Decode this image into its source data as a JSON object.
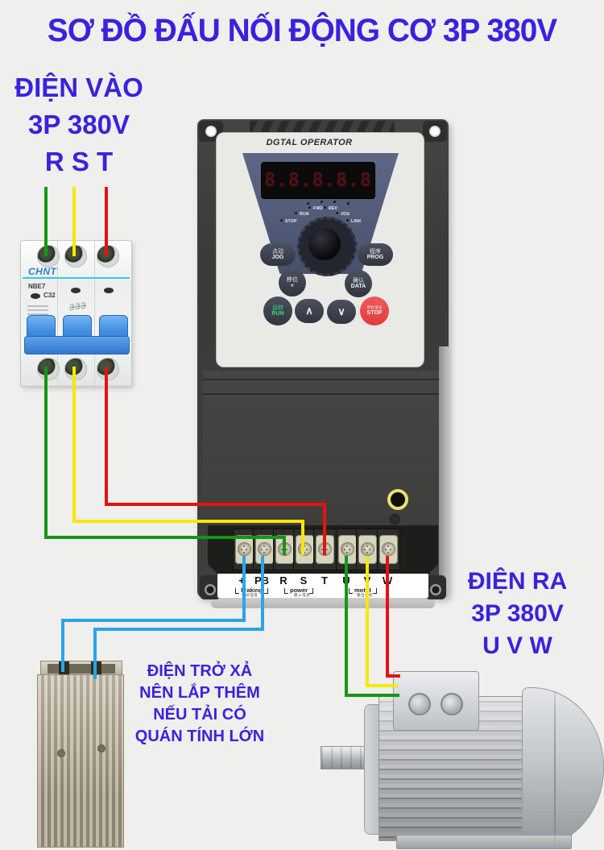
{
  "title": "SƠ ĐỒ ĐẤU NỐI ĐỘNG CƠ 3P 380V",
  "colors": {
    "accent_text": "#3a22dd",
    "wire_red": "#e61111",
    "wire_yellow": "#f7e800",
    "wire_green": "#169616",
    "wire_blue": "#2aa5e6",
    "run_green": "#3fd878",
    "stop_red": "#e03c3c"
  },
  "input_label": {
    "line1": "ĐIỆN VÀO",
    "line2": "3P 380V",
    "line3": "R S T"
  },
  "output_label": {
    "line1": "ĐIỆN RA",
    "line2": "3P 380V",
    "line3": "U V W"
  },
  "resistor_note": {
    "line1": "ĐIỆN TRỞ XẢ",
    "line2": "NÊN LẮP THÊM",
    "line3": "NẾU TẢI CÓ",
    "line4": "QUÁN TÍNH LỚN"
  },
  "breaker": {
    "brand": "CHNT",
    "model": "NBE7",
    "rating": "C32",
    "pole_marks": "333"
  },
  "vfd": {
    "panel_title": "DGTAL OPERATOR",
    "display_value": "8.8.8.8.8",
    "leds": [
      "STOP",
      "RUN",
      "FWD",
      "REV",
      "JOG",
      "LINK"
    ],
    "buttons": {
      "jog": {
        "cn": "点动",
        "en": "JOG"
      },
      "prog": {
        "cn": "程序",
        "en": "PROG"
      },
      "shift": {
        "cn": "移位",
        "en": "«"
      },
      "data": {
        "cn": "确认",
        "en": "DATA"
      },
      "run": {
        "cn": "运转",
        "en": "RUN"
      },
      "up": {
        "glyph": "∧"
      },
      "down": {
        "glyph": "∨"
      },
      "stop": {
        "cn": "停机/复位",
        "en": "STOP"
      }
    },
    "terminals": [
      "+",
      "PB",
      "R",
      "S",
      "T",
      "U",
      "V",
      "W"
    ],
    "terminal_groups": [
      {
        "en": "braking",
        "cn": "制动电阻"
      },
      {
        "en": "power",
        "cn": "输入电源"
      },
      {
        "en": "motot",
        "cn": "输出电机"
      }
    ]
  }
}
